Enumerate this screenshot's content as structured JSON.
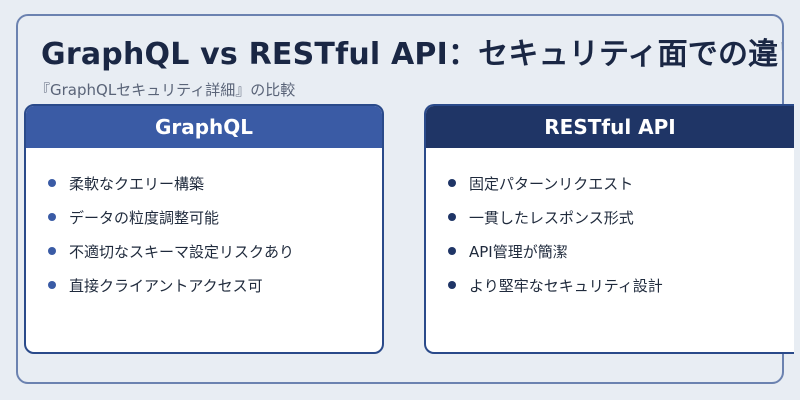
{
  "title": "GraphQL vs RESTful API：セキュリティ面での違い",
  "subtitle": "『GraphQLセキュリティ詳細』の比較",
  "colors": {
    "graphql_header": "#3a5ba5",
    "rest_header": "#1f3566",
    "frame_border": "#6b82b0",
    "background": "#e8edf3"
  },
  "cards": [
    {
      "title": "GraphQL",
      "items": [
        "柔軟なクエリー構築",
        "データの粒度調整可能",
        "不適切なスキーマ設定リスクあり",
        "直接クライアントアクセス可"
      ]
    },
    {
      "title": "RESTful API",
      "items": [
        "固定パターンリクエスト",
        "一貫したレスポンス形式",
        "API管理が簡潔",
        "より堅牢なセキュリティ設計"
      ]
    }
  ]
}
